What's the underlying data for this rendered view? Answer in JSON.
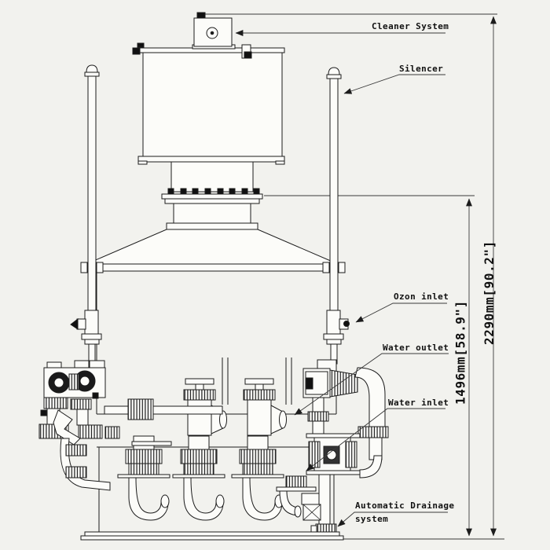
{
  "drawing": {
    "labels": {
      "cleaner_system": "Cleaner System",
      "silencer": "Silencer",
      "ozon_inlet": "Ozon inlet",
      "water_outlet": "Water outlet",
      "water_inlet": "Water inlet",
      "auto_drain_line1": "Automatic Drainage",
      "auto_drain_line2": "system"
    },
    "dimensions": {
      "partial_height": "1496mm[58.9\"]",
      "overall_height": "2290mm[90.2\"]"
    },
    "colors": {
      "background": "#f2f2ee",
      "paper": "#fcfcf9",
      "line": "#1c1c1c",
      "thin_line": "#3a3a3a"
    }
  }
}
